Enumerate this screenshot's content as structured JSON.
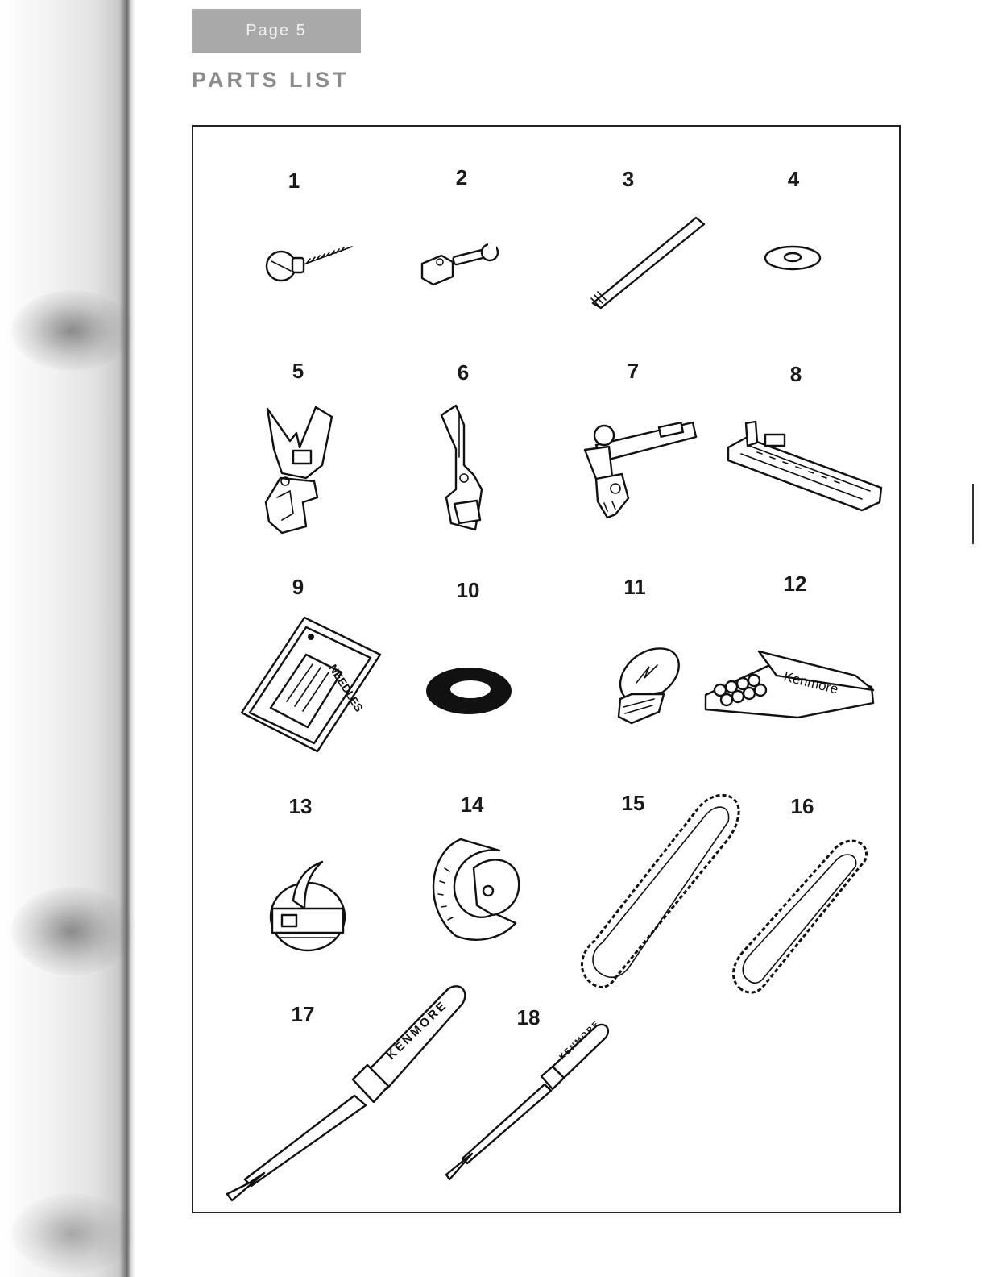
{
  "header": {
    "page_label": "Page 5",
    "title": "PARTS LIST"
  },
  "parts": [
    {
      "number": "1",
      "icon": "thumb-screw-icon"
    },
    {
      "number": "2",
      "icon": "needle-clamp-icon"
    },
    {
      "number": "3",
      "icon": "spool-pin-icon"
    },
    {
      "number": "4",
      "icon": "felt-washer-icon"
    },
    {
      "number": "5",
      "icon": "presser-foot-icon"
    },
    {
      "number": "6",
      "icon": "presser-foot-icon"
    },
    {
      "number": "7",
      "icon": "presser-foot-icon"
    },
    {
      "number": "8",
      "icon": "buttonhole-foot-icon"
    },
    {
      "number": "9",
      "icon": "needle-pack-icon",
      "label": "NEEDLES"
    },
    {
      "number": "10",
      "icon": "rubber-ring-icon"
    },
    {
      "number": "11",
      "icon": "light-bulb-icon"
    },
    {
      "number": "12",
      "icon": "bobbin-box-icon",
      "label": "Kenmore"
    },
    {
      "number": "13",
      "icon": "bobbin-case-icon"
    },
    {
      "number": "14",
      "icon": "hook-icon"
    },
    {
      "number": "15",
      "icon": "belt-icon"
    },
    {
      "number": "16",
      "icon": "belt-icon"
    },
    {
      "number": "17",
      "icon": "screwdriver-icon",
      "label": "KENMORE"
    },
    {
      "number": "18",
      "icon": "screwdriver-icon",
      "label": "KENMORE"
    }
  ]
}
